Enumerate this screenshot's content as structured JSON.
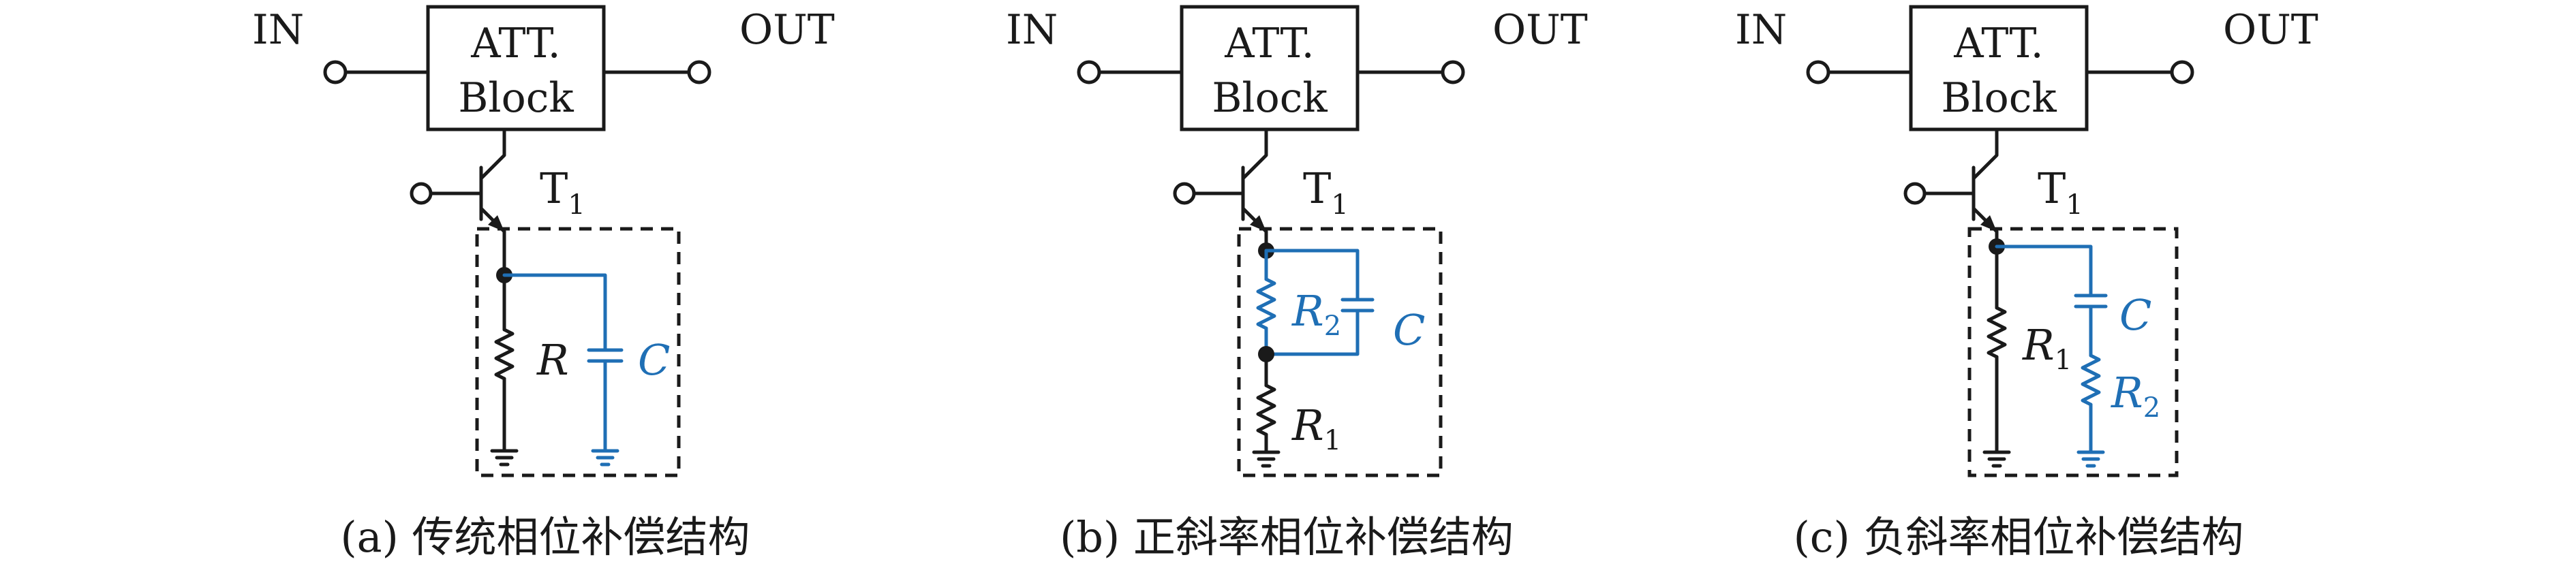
{
  "panels": [
    {
      "block_line1": "ATT.",
      "block_line2": "Block",
      "in_label": "IN",
      "out_label": "OUT",
      "transistor": "T",
      "transistor_sub": "1",
      "r1_label": "R",
      "r1_sub": "",
      "c_label": "C",
      "caption": "(a) 传统相位补偿结构"
    },
    {
      "block_line1": "ATT.",
      "block_line2": "Block",
      "in_label": "IN",
      "out_label": "OUT",
      "transistor": "T",
      "transistor_sub": "1",
      "r1_label": "R",
      "r1_sub": "1",
      "r2_label": "R",
      "r2_sub": "2",
      "c_label": "C",
      "caption": "(b) 正斜率相位补偿结构"
    },
    {
      "block_line1": "ATT.",
      "block_line2": "Block",
      "in_label": "IN",
      "out_label": "OUT",
      "transistor": "T",
      "transistor_sub": "1",
      "r1_label": "R",
      "r1_sub": "1",
      "r2_label": "R",
      "r2_sub": "2",
      "c_label": "C",
      "caption": "(c) 负斜率相位补偿结构"
    }
  ],
  "colors": {
    "wire": "#1a1a1a",
    "compensation": "#1f6fb5"
  }
}
